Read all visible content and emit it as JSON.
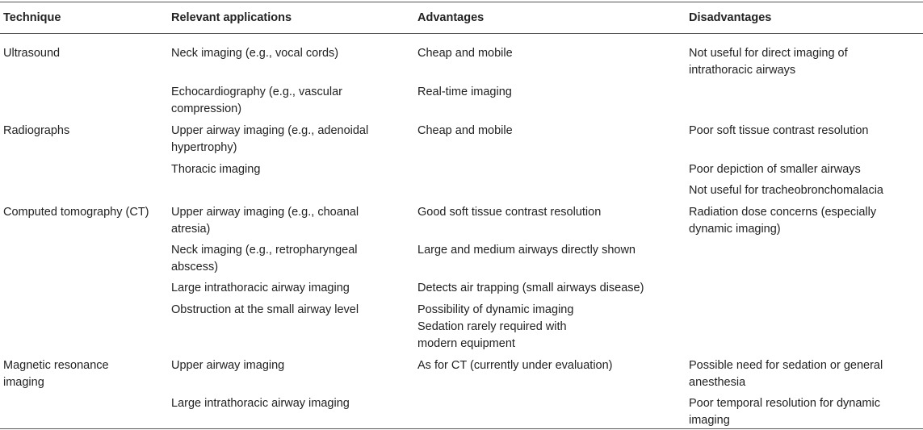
{
  "table": {
    "headers": {
      "technique": "Technique",
      "applications": "Relevant applications",
      "advantages": "Advantages",
      "disadvantages": "Disadvantages"
    },
    "ultrasound": {
      "technique": "Ultrasound",
      "app1": "Neck imaging (e.g., vocal cords)",
      "app2": "Echocardiography (e.g., vascular compression)",
      "adv1": "Cheap and mobile",
      "adv2": "Real-time imaging",
      "dis1": "Not useful for direct imaging of intrathoracic airways"
    },
    "radiographs": {
      "technique": "Radiographs",
      "app1": "Upper airway imaging (e.g., adenoidal hypertrophy)",
      "app2": "Thoracic imaging",
      "adv1": "Cheap and mobile",
      "dis1": "Poor soft tissue contrast resolution",
      "dis2": "Poor depiction of smaller airways",
      "dis3": "Not useful for tracheobronchomalacia"
    },
    "ct": {
      "technique": "Computed tomography (CT)",
      "app1": "Upper airway imaging (e.g., choanal atresia)",
      "app2": "Neck imaging (e.g., retropharyngeal abscess)",
      "app3": "Large intrathoracic airway imaging",
      "app4": "Obstruction at the small airway level",
      "adv1": "Good soft tissue contrast resolution",
      "adv2": "Large and medium airways directly shown",
      "adv3": "Detects air trapping (small airways disease)",
      "adv4": "Possibility of dynamic imaging",
      "adv5": "Sedation rarely required with modern equipment",
      "dis1": "Radiation dose concerns (especially dynamic imaging)"
    },
    "mri": {
      "technique": "Magnetic resonance imaging",
      "app1": "Upper airway imaging",
      "app2": "Large intrathoracic airway imaging",
      "adv1": "As for CT (currently under evaluation)",
      "dis1": "Possible need for sedation or general anesthesia",
      "dis2": "Poor temporal resolution for dynamic imaging"
    }
  }
}
